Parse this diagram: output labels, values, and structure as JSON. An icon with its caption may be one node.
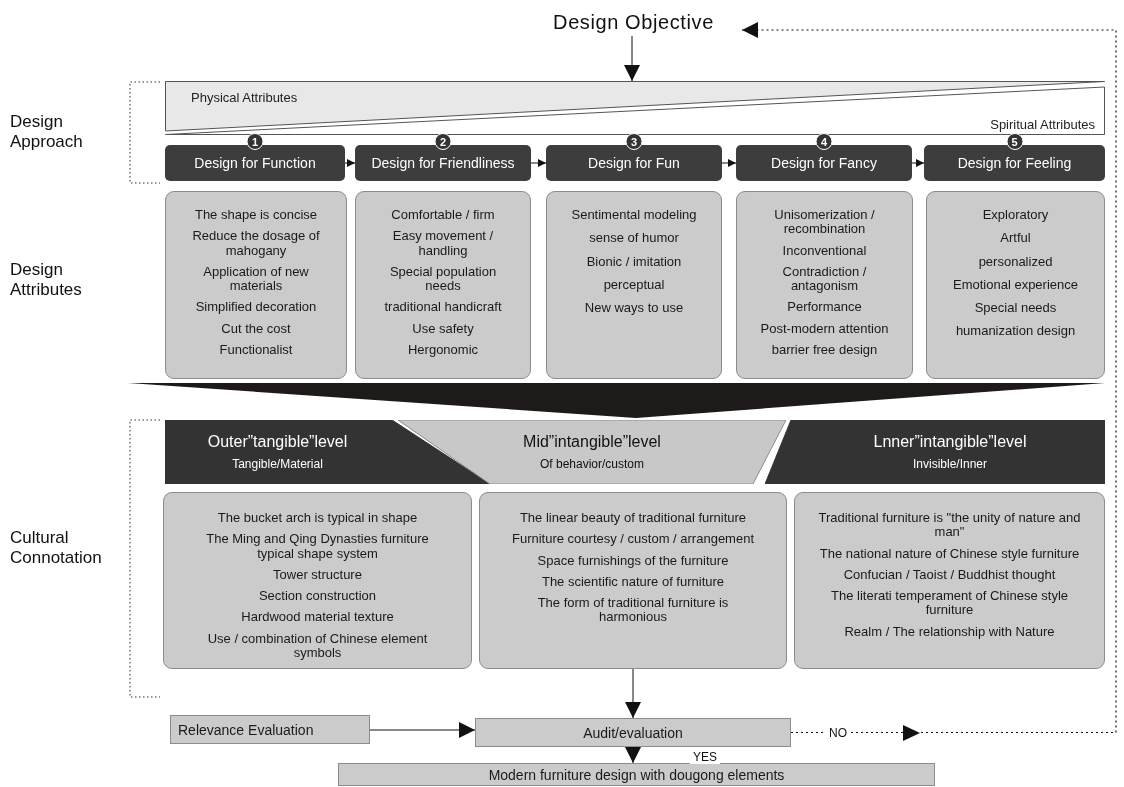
{
  "diagram": {
    "nodes": [
      {
        "text": [
          "Design Objective"
        ]
      },
      {
        "text": [
          "Physical Attributes",
          "Spiritual  Attributes"
        ]
      },
      {
        "text": [
          "Design for Function"
        ],
        "beside": [
          "1"
        ]
      },
      {
        "text": [
          "Design for Friendliness"
        ],
        "beside": [
          "2"
        ]
      },
      {
        "text": [
          "Design for Fun"
        ],
        "beside": [
          "3"
        ]
      },
      {
        "text": [
          "Design for Fancy"
        ],
        "beside": [
          "4"
        ]
      },
      {
        "text": [
          "Design for Feeling"
        ],
        "beside": [
          "5"
        ]
      },
      {
        "text": [
          "The shape is concise",
          "Reduce the dosage of mahogany",
          "Application of new materials",
          "Simplified decoration",
          "Cut the cost",
          "Functionalist"
        ]
      },
      {
        "text": [
          "Comfortable / firm",
          "Easy movement / handling",
          "Special population needs",
          "traditional handicraft",
          "Use safety",
          "Hergonomic"
        ]
      },
      {
        "text": [
          "Sentimental modeling",
          "sense of humor",
          "Bionic / imitation",
          "perceptual",
          "New ways to use"
        ]
      },
      {
        "text": [
          "Unisomerization / recombination",
          "Inconventional",
          "Contradiction / antagonism",
          "Performance",
          "Post-modern attention",
          "barrier free design"
        ]
      },
      {
        "text": [
          "Exploratory",
          "Artful",
          "personalized",
          "Emotional experience",
          "Special needs",
          "humanization design"
        ]
      },
      {
        "text": [
          "Outer”tangible”level",
          "Tangible/Material"
        ]
      },
      {
        "text": [
          "Mid”intangible”level",
          "Of behavior/custom"
        ]
      },
      {
        "text": [
          "Lnner”intangible”level",
          "Invisible/Inner"
        ]
      },
      {
        "text": [
          "The bucket arch is typical in shape",
          "The Ming and Qing Dynasties furniture typical shape system",
          "Tower structure",
          "Section construction",
          "Hardwood material texture",
          "Use / combination of Chinese element symbols"
        ]
      },
      {
        "text": [
          "The linear beauty of traditional furniture",
          "Furniture courtesy / custom / arrangement",
          "Space furnishings of the furniture",
          "The scientific nature of furniture",
          "The form of traditional furniture is harmonious"
        ]
      },
      {
        "text": [
          "Traditional furniture is \"the unity of nature and man\"",
          "The national nature of Chinese style furniture",
          "Confucian / Taoist / Buddhist thought",
          "The literati temperament of Chinese style furniture",
          "Realm / The relationship with Nature"
        ]
      },
      {
        "text": [
          "Relevance Evaluation"
        ]
      },
      {
        "text": [
          "Audit/evaluation"
        ]
      },
      {
        "text": [
          "Modern furniture design with dougong elements"
        ]
      }
    ],
    "edges": [
      {
        "from": 0,
        "to": 1,
        "arrow": "to"
      },
      {
        "from": 2,
        "to": 3,
        "arrow": "to"
      },
      {
        "from": 3,
        "to": 4,
        "arrow": "to"
      },
      {
        "from": 4,
        "to": 5,
        "arrow": "to"
      },
      {
        "from": 5,
        "to": 6,
        "arrow": "to"
      },
      {
        "from": 16,
        "to": 19,
        "arrow": "to"
      },
      {
        "from": 18,
        "to": 19,
        "arrow": "to"
      },
      {
        "from": 19,
        "to": 20,
        "arrow": "to",
        "label": "YES"
      },
      {
        "from": 19,
        "to": 0,
        "arrow": "to",
        "label": "NO",
        "style": "dashed"
      }
    ],
    "labels": [
      "Design Approach",
      "Design Attributes",
      "Cultural Connotation"
    ]
  }
}
